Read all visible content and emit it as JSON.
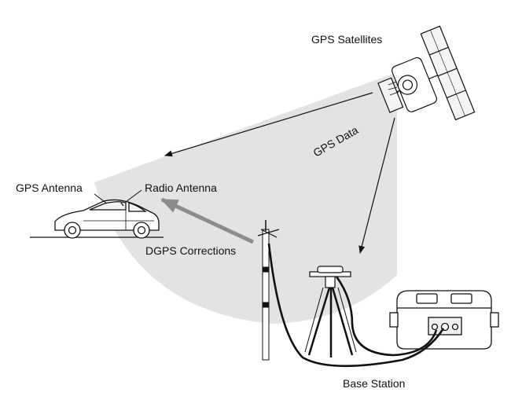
{
  "labels": {
    "gps_satellites": "GPS Satellites",
    "gps_data": "GPS Data",
    "gps_antenna": "GPS Antenna",
    "radio_antenna": "Radio Antenna",
    "dgps_corrections": "DGPS Corrections",
    "base_station": "Base Station"
  },
  "colors": {
    "coverage": "#e3e3e3",
    "line": "#111111",
    "correction_arrow": "#8c8c8c"
  }
}
